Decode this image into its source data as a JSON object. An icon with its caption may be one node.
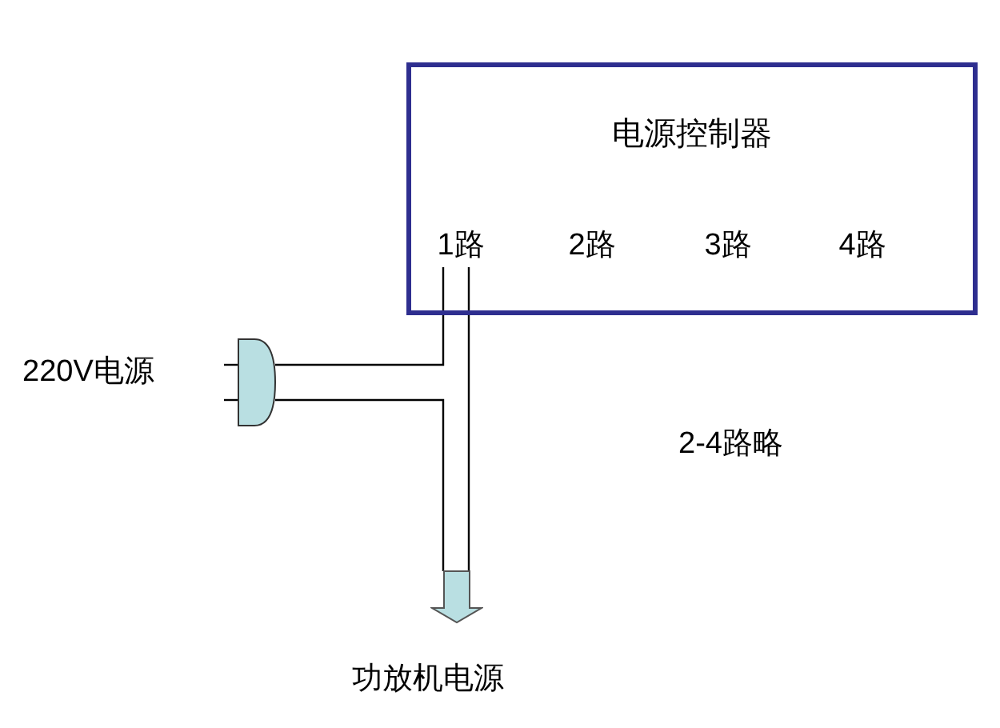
{
  "diagram": {
    "nodes": [
      {
        "text": [
          "电源控制器"
        ]
      },
      {
        "text": [
          "1路"
        ],
        "in": 0
      },
      {
        "text": [
          "2路"
        ],
        "in": 0
      },
      {
        "text": [
          "3路"
        ],
        "in": 0
      },
      {
        "text": [
          "4路"
        ],
        "in": 0
      },
      {
        "text": [],
        "shape": "plug",
        "beside": [
          "220V电源"
        ]
      },
      {
        "text": [],
        "shape": "arrow",
        "beside": [
          "功放机电源"
        ]
      }
    ],
    "edges": [
      {
        "from": 5,
        "to": 1,
        "arrow": "none"
      },
      {
        "from": 1,
        "to": 6,
        "arrow": "none"
      },
      {
        "from": 5,
        "to": 6,
        "arrow": "none"
      }
    ],
    "labels": [
      "2-4路略"
    ]
  }
}
